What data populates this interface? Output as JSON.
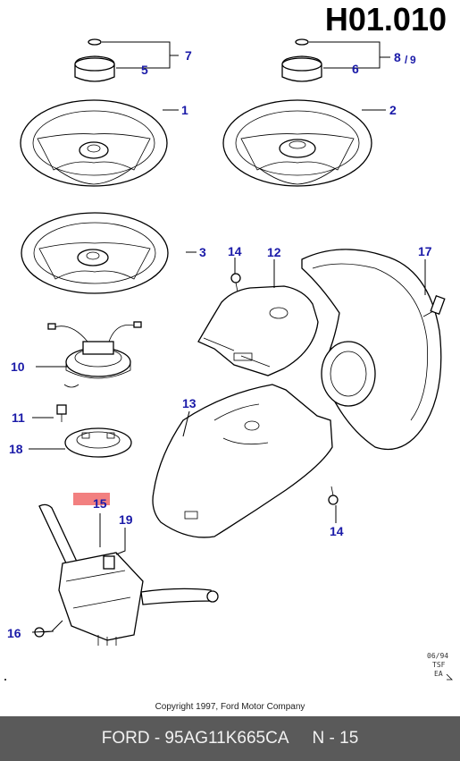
{
  "sheet_code": "H01.010",
  "callouts": {
    "c1": "1",
    "c2": "2",
    "c3": "3",
    "c5": "5",
    "c6": "6",
    "c7": "7",
    "c8": "8",
    "c8_slash": "/",
    "c9": "9",
    "c10": "10",
    "c11": "11",
    "c12": "12",
    "c13": "13",
    "c14a": "14",
    "c14b": "14",
    "c15": "15",
    "c16": "16",
    "c17": "17",
    "c18": "18",
    "c19": "19"
  },
  "stamp": {
    "line1": "06/94",
    "line2": "TSF",
    "line3": "EA"
  },
  "copyright": "Copyright 1997, Ford Motor Company",
  "footer": {
    "brand_part": "FORD - 95AG11K665CA",
    "page": "N - 15"
  },
  "colors": {
    "callout": "#1a1aa8",
    "highlight": "#f28080",
    "footer_bg": "#5a5a5a"
  }
}
